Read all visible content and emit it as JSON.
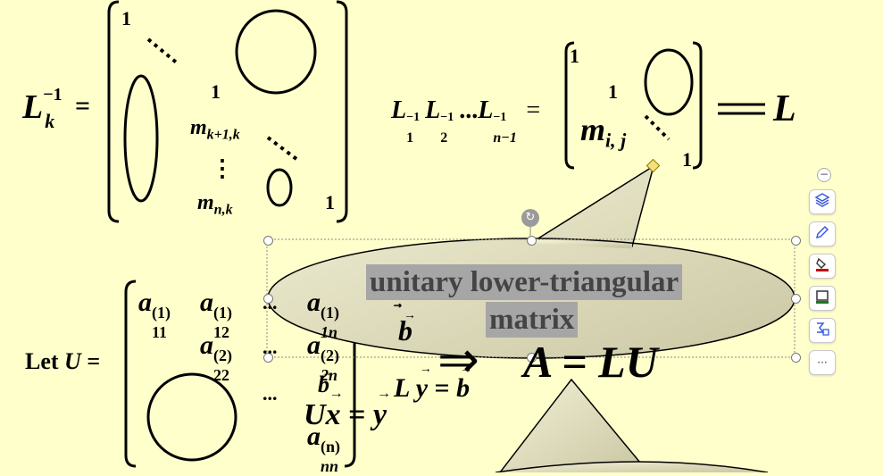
{
  "eq1": {
    "lhs_base": "L",
    "lhs_sup": "−1",
    "lhs_sub": "k",
    "equals": "=",
    "diag_one_top": "1",
    "diag_one_mid": "1",
    "diag_one_bottom": "1",
    "m_k1_base": "m",
    "m_k1_sub": "k+1,k",
    "vdots": "⋮",
    "m_nk_base": "m",
    "m_nk_sub": "n,k"
  },
  "eq2": {
    "product_lhs": "L",
    "sub1": "1",
    "sub2": "2",
    "subn": "n−1",
    "sup": "−1",
    "dots": "...",
    "equals": "=",
    "one_a": "1",
    "one_b": "1",
    "one_c": "1",
    "m_base": "m",
    "m_sub": "i, j",
    "rhs": "L"
  },
  "callout": {
    "line1": "unitary lower-triangular",
    "line2": "matrix"
  },
  "eq3": {
    "let_label": "Let",
    "U": "U",
    "equals": "=",
    "a": "a",
    "a11_sub": "11",
    "a12_sub": "12",
    "a1n_sub": "1n",
    "a22_sub": "22",
    "a2n_sub": "2n",
    "ann_sub": "nn",
    "sup1": "(1)",
    "sup2": "(2)",
    "supn": "(n)",
    "ellipsis": "...",
    "b_vec": "b",
    "b_vec2": "b"
  },
  "eq4": {
    "L": "L",
    "y": "y",
    "equals": "=",
    "b": "b",
    "arrow": "⇒",
    "result": "A = LU",
    "U": "U",
    "x": "x",
    "y2": "y"
  },
  "toolbar": {
    "collapse": "−",
    "layers": "layers",
    "pen": "pen",
    "fill": "fill",
    "border": "border",
    "animate": "animate",
    "more": "···"
  },
  "colors": {
    "background": "#ffffcc",
    "callout_fill": "#e6e4c3",
    "highlight": "#a6a6a6",
    "accent": "#3b5bdb"
  }
}
